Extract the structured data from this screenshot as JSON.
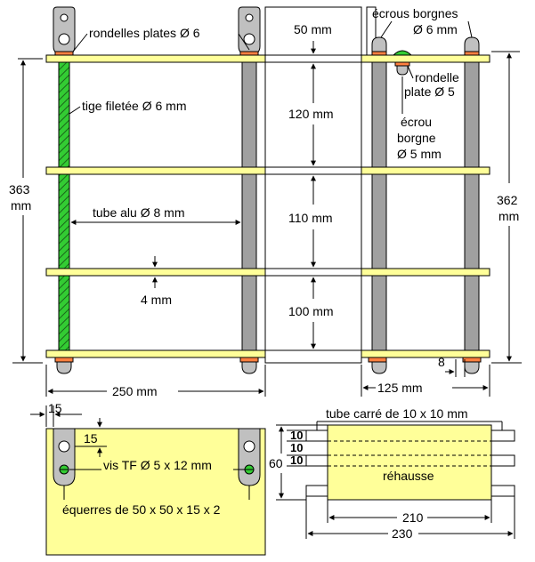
{
  "colors": {
    "plank": "#ffff99",
    "tube": "#a0a0a0",
    "washer": "#ff8040",
    "rod": "#33cc33",
    "bracket": "#c0c0c0",
    "screw": "#33cc33",
    "line": "#000000"
  },
  "labels": {
    "flat_washers": "rondelles plates Ø 6",
    "cap_nuts_top": "écrous borgnes",
    "cap_nuts_size": "Ø 6 mm",
    "threaded_rod": "tige filetée Ø 6 mm",
    "washer_5_line1": "rondelle",
    "washer_5_line2": "plate Ø 5",
    "cap_nut_5_line1": "écrou",
    "cap_nut_5_line2": "borgne",
    "cap_nut_5_line3": "Ø 5 mm",
    "alu_tube": "tube alu Ø 8 mm",
    "thickness": "4 mm",
    "gap_1": "50 mm",
    "gap_2": "120 mm",
    "gap_3": "110 mm",
    "gap_4": "100 mm",
    "height_left_1": "363",
    "height_left_2": "mm",
    "height_right_1": "362",
    "height_right_2": "mm",
    "width_front": "250 mm",
    "width_side": "125 mm",
    "offset_8": "8",
    "bracket_15_h": "15",
    "bracket_15_v": "15",
    "screw_label": "vis TF Ø 5 x 12 mm",
    "bracket_label": "équerres de 50 x 50 x 15 x 2",
    "square_tube": "tube carré de 10 x 10 mm",
    "riser": "réhausse",
    "dim_10_a": "10",
    "dim_10_b": "10",
    "dim_10_c": "10",
    "dim_60": "60",
    "dim_210": "210",
    "dim_230": "230"
  }
}
